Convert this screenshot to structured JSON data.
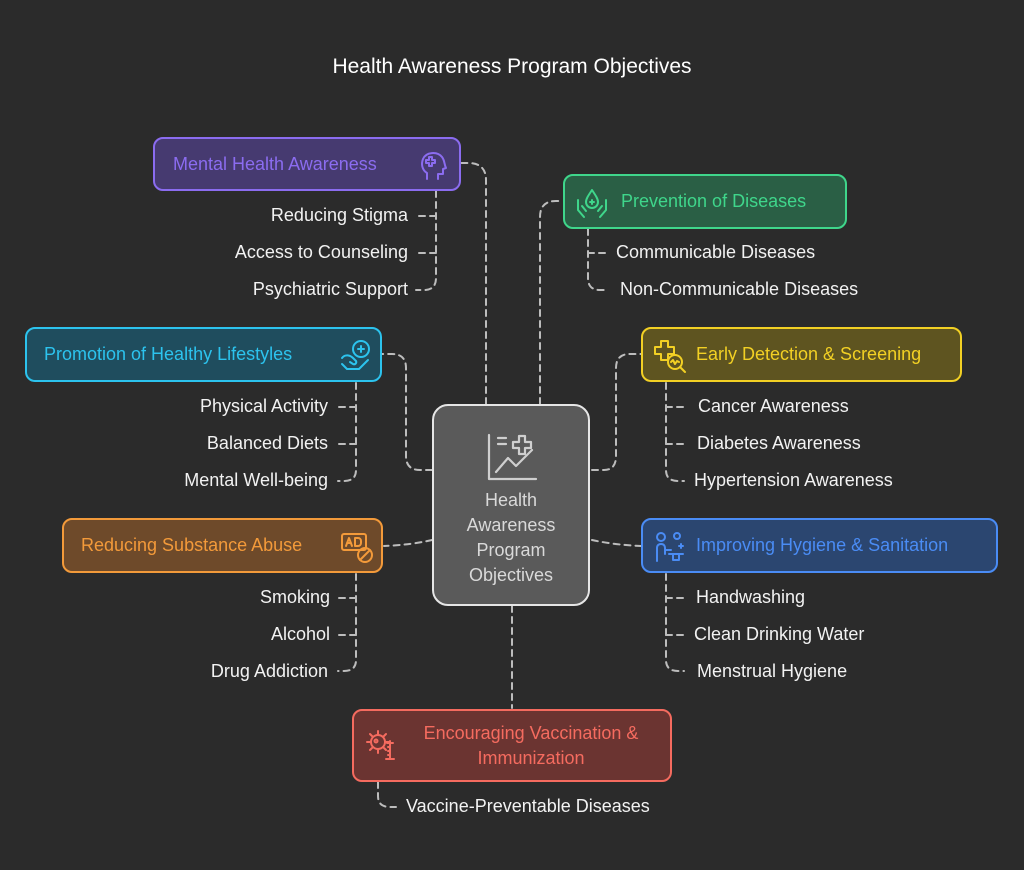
{
  "title": "Health Awareness Program Objectives",
  "center": {
    "label": "Health\nAwareness\nProgram\nObjectives"
  },
  "colors": {
    "background": "#2b2b2b",
    "mental": "#8b6cf0",
    "prevention": "#3fd68b",
    "lifestyles": "#2cc3ee",
    "detection": "#f2d024",
    "substance": "#f39a3a",
    "hygiene": "#4a8cf5",
    "vaccination": "#f56b5f"
  },
  "nodes": {
    "mental": {
      "label": "Mental Health Awareness",
      "icon": "head-plus-icon",
      "items": [
        "Reducing Stigma",
        "Access to Counseling",
        "Psychiatric Support"
      ]
    },
    "prevention": {
      "label": "Prevention of Diseases",
      "icon": "hands-drop-icon",
      "items": [
        "Communicable Diseases",
        "Non-Communicable Diseases"
      ]
    },
    "lifestyles": {
      "label": "Promotion of Healthy Lifestyles",
      "icon": "heart-hand-icon",
      "items": [
        "Physical Activity",
        "Balanced Diets",
        "Mental Well-being"
      ]
    },
    "detection": {
      "label": "Early Detection & Screening",
      "icon": "medical-search-icon",
      "items": [
        "Cancer Awareness",
        "Diabetes Awareness",
        "Hypertension Awareness"
      ]
    },
    "substance": {
      "label": "Reducing Substance Abuse",
      "icon": "no-ad-icon",
      "items": [
        "Smoking",
        "Alcohol",
        "Drug Addiction"
      ]
    },
    "hygiene": {
      "label": "Improving Hygiene & Sanitation",
      "icon": "washing-person-icon",
      "items": [
        "Handwashing",
        "Clean Drinking Water",
        "Menstrual Hygiene"
      ]
    },
    "vaccination": {
      "label": "Encouraging Vaccination &\nImmunization",
      "icon": "virus-syringe-icon",
      "items": [
        "Vaccine-Preventable Diseases"
      ]
    }
  }
}
